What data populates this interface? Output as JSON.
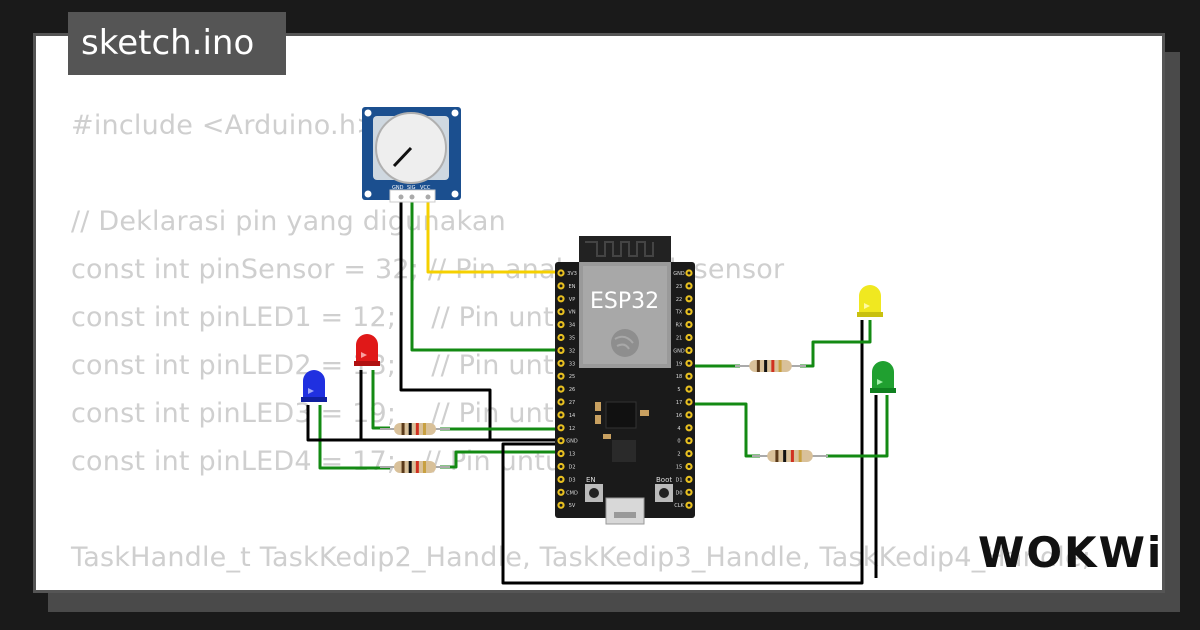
{
  "file_tab": {
    "title": "sketch.ino"
  },
  "code": [
    "#include <Arduino.h>",
    "",
    "// Deklarasi pin yang digunakan",
    "const int pinSensor = 32; // Pin analog untuk sensor",
    "const int pinLED1 = 12;    // Pin untuk LED 1",
    "const int pinLED2 = 13;    // Pin untuk LED 2",
    "const int pinLED3 = 19;    // Pin untuk LED 3",
    "const int pinLED4 = 17;   // Pin untuk LED 4",
    "",
    "TaskHandle_t TaskKedip2_Handle, TaskKedip3_Handle, TaskKedip4_Handle;"
  ],
  "board": {
    "label": "ESP32",
    "left_pins": [
      "3V3",
      "EN",
      "VP",
      "VN",
      "34",
      "35",
      "32",
      "33",
      "25",
      "26",
      "27",
      "14",
      "12",
      "GND",
      "13",
      "D2",
      "D3",
      "CMD",
      "5V"
    ],
    "right_pins": [
      "GND",
      "23",
      "22",
      "TX",
      "RX",
      "21",
      "GND",
      "19",
      "18",
      "5",
      "17",
      "16",
      "4",
      "0",
      "2",
      "15",
      "D1",
      "D0",
      "CLK"
    ],
    "button_en": "EN",
    "button_boot": "Boot"
  },
  "potentiometer": {
    "pins": [
      "GND",
      "SIG",
      "VCC"
    ]
  },
  "brand": {
    "logo_text": "WOKWi"
  },
  "colors": {
    "led_red": "#e01818",
    "led_blue": "#2030e0",
    "led_yellow": "#f0e820",
    "led_green": "#20a030",
    "wire_green": "#138a13",
    "wire_black": "#000000",
    "wire_yellow": "#f5d000",
    "pot_blue": "#1b4f8f",
    "board_black": "#1a1a1a"
  }
}
